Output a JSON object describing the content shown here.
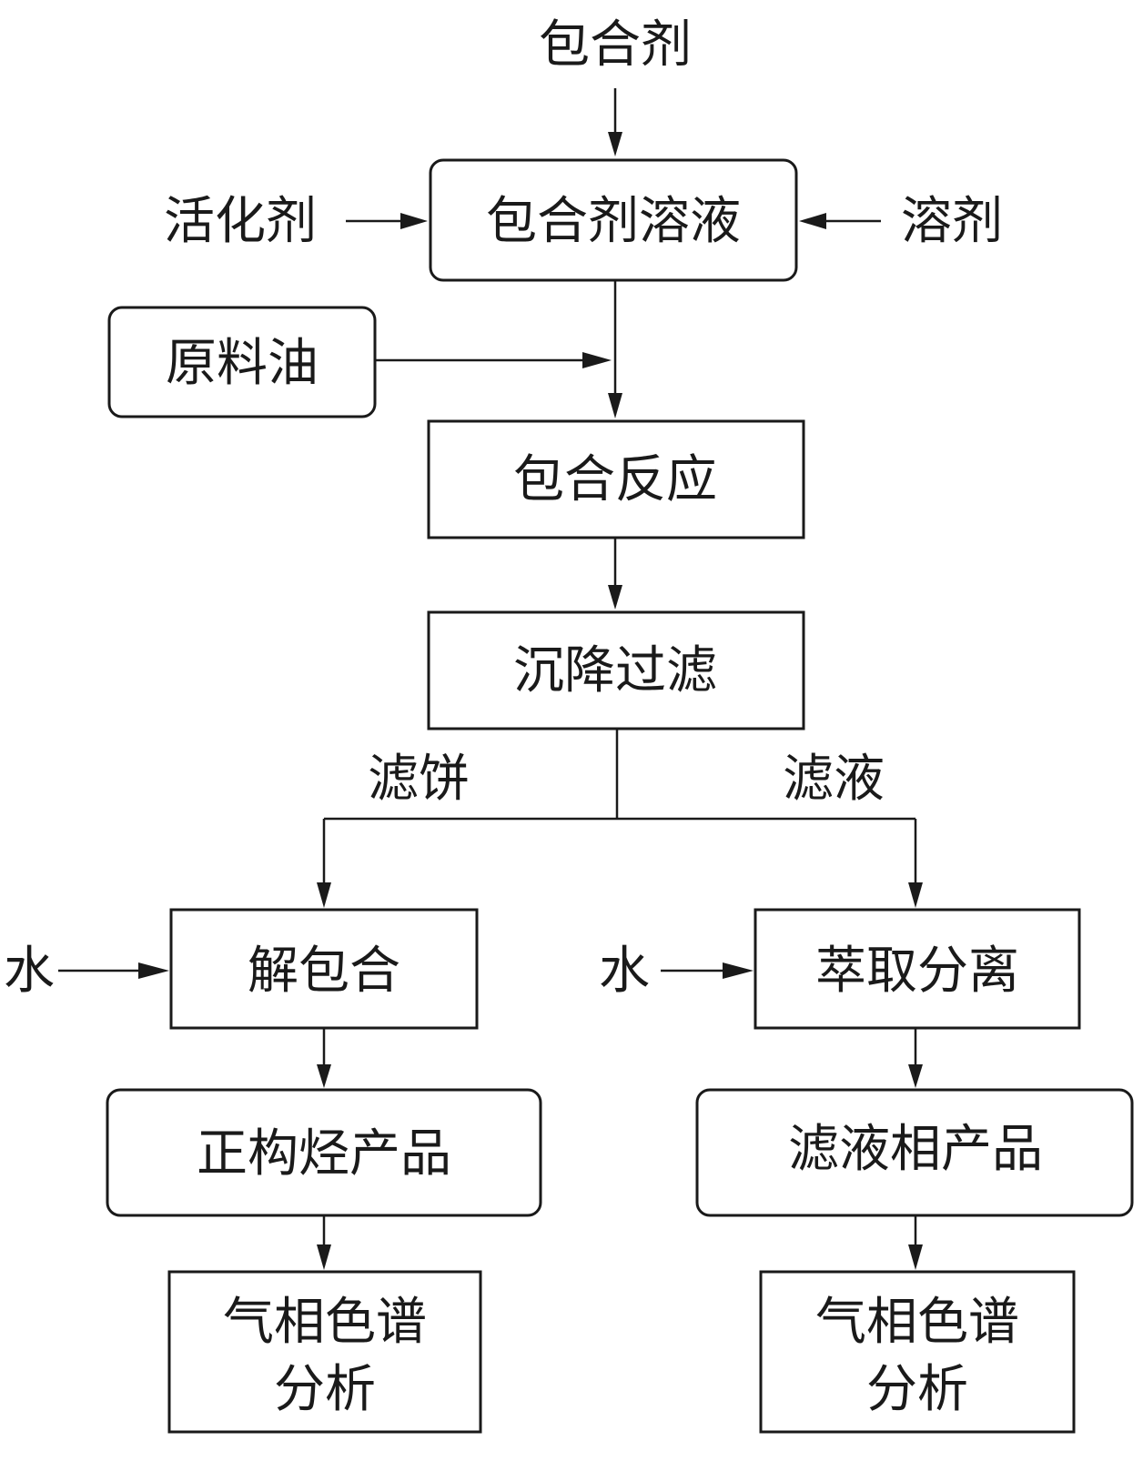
{
  "diagram": {
    "type": "flowchart",
    "inputs": {
      "inclusion_agent": "包合剂",
      "activator": "活化剂",
      "solvent": "溶剂",
      "water_left": "水",
      "water_right": "水"
    },
    "nodes": {
      "inclusion_solution": "包合剂溶液",
      "feed_oil": "原料油",
      "inclusion_reaction": "包合反应",
      "settling_filtration": "沉降过滤",
      "de_inclusion": "解包合",
      "extraction_separation": "萃取分离",
      "n_alkane_product": "正构烃产品",
      "filtrate_product": "滤液相产品",
      "gc_left_line1": "气相色谱",
      "gc_left_line2": "分析",
      "gc_right_line1": "气相色谱",
      "gc_right_line2": "分析"
    },
    "branch_labels": {
      "filter_cake": "滤饼",
      "filtrate": "滤液"
    },
    "edges": [
      {
        "from": "包合剂",
        "to": "包合剂溶液"
      },
      {
        "from": "活化剂",
        "to": "包合剂溶液"
      },
      {
        "from": "溶剂",
        "to": "包合剂溶液"
      },
      {
        "from": "包合剂溶液",
        "to": "包合反应"
      },
      {
        "from": "原料油",
        "to": "包合反应"
      },
      {
        "from": "包合反应",
        "to": "沉降过滤"
      },
      {
        "from": "沉降过滤",
        "to": "解包合",
        "label": "滤饼"
      },
      {
        "from": "沉降过滤",
        "to": "萃取分离",
        "label": "滤液"
      },
      {
        "from": "水",
        "to": "解包合"
      },
      {
        "from": "水",
        "to": "萃取分离"
      },
      {
        "from": "解包合",
        "to": "正构烃产品"
      },
      {
        "from": "萃取分离",
        "to": "滤液相产品"
      },
      {
        "from": "正构烃产品",
        "to": "气相色谱分析"
      },
      {
        "from": "滤液相产品",
        "to": "气相色谱分析"
      }
    ]
  }
}
